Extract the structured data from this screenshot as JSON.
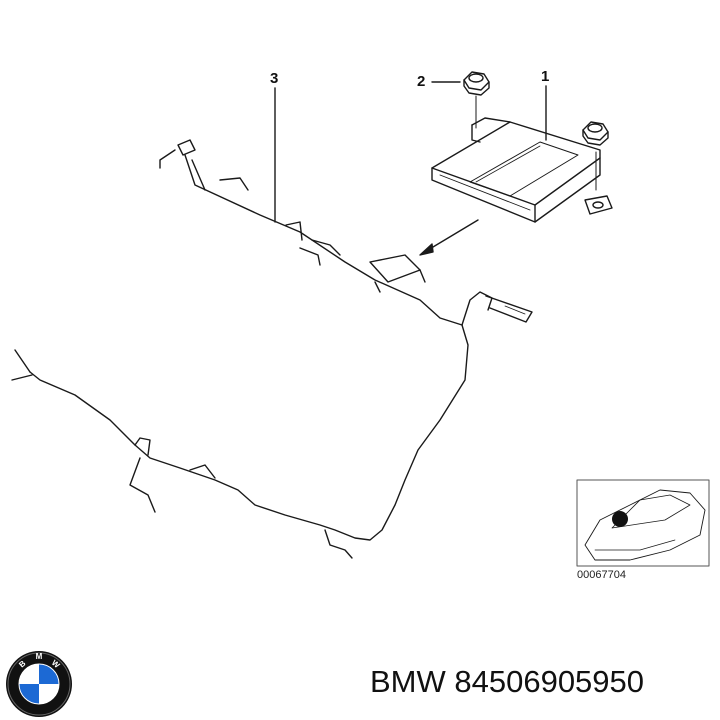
{
  "callouts": [
    {
      "label": "1"
    },
    {
      "label": "2"
    },
    {
      "label": "3"
    }
  ],
  "inset": {
    "code": "00067704"
  },
  "caption": {
    "brand": "BMW",
    "part_number": "84506905950",
    "full": "BMW 84506905950"
  },
  "logo": {
    "text": "BMW",
    "colors": {
      "blue": "#1c69d4",
      "white": "#ffffff",
      "ring": "#111111"
    }
  },
  "colors": {
    "line": "#1a1a1a",
    "background": "#ffffff",
    "inset_border": "#555555"
  },
  "icons": [
    "airbag-control-module",
    "hex-nut",
    "wiring-harness",
    "car-location-inset",
    "bmw-logo"
  ]
}
